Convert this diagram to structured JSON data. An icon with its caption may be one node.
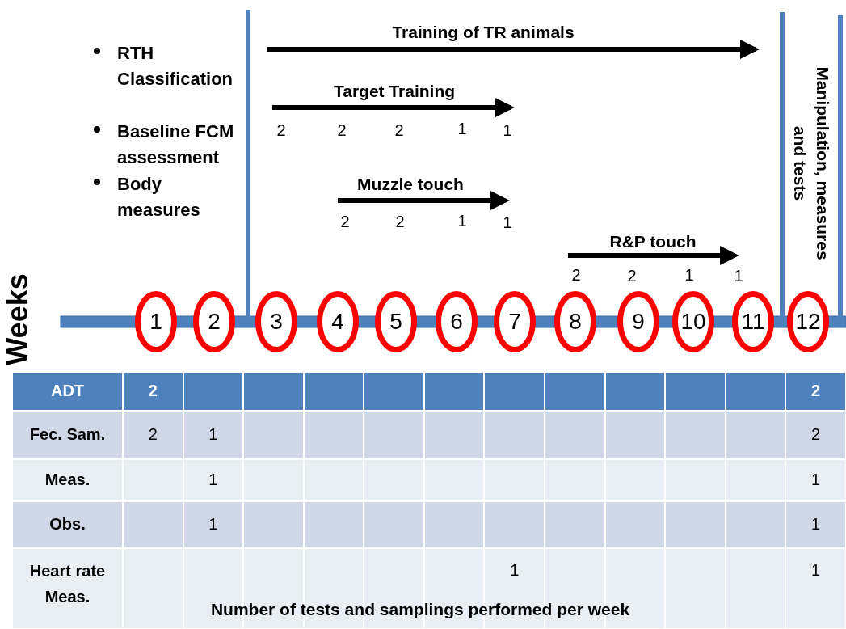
{
  "diagram": {
    "caption": "Number of tests and samplings performed per week",
    "nodes": [
      {
        "text": [
          "1"
        ]
      },
      {
        "text": [
          "2"
        ]
      },
      {
        "text": [
          "3"
        ]
      },
      {
        "text": [
          "4"
        ]
      },
      {
        "text": [
          "5"
        ]
      },
      {
        "text": [
          "6"
        ]
      },
      {
        "text": [
          "7"
        ]
      },
      {
        "text": [
          "8"
        ]
      },
      {
        "text": [
          "9"
        ]
      },
      {
        "text": [
          "10"
        ]
      },
      {
        "text": [
          "11"
        ]
      },
      {
        "text": [
          "12"
        ]
      }
    ],
    "labels": [
      "RTH Classification",
      "Baseline FCM assessment",
      "Body measures",
      "Training of TR animals",
      "Target Training",
      "2",
      "2",
      "2",
      "1",
      "1",
      "Muzzle touch",
      "2",
      "2",
      "1",
      "1",
      "R&P touch",
      "2",
      "2",
      "1",
      "1",
      "Manipulation, measures and tests",
      "Weeks",
      "ADT",
      "2",
      "2",
      "Fec. Sam.",
      "2",
      "1",
      "2",
      "Meas.",
      "1",
      "1",
      "Obs.",
      "1",
      "1",
      "Heart rate Meas.",
      "1",
      "1"
    ]
  }
}
